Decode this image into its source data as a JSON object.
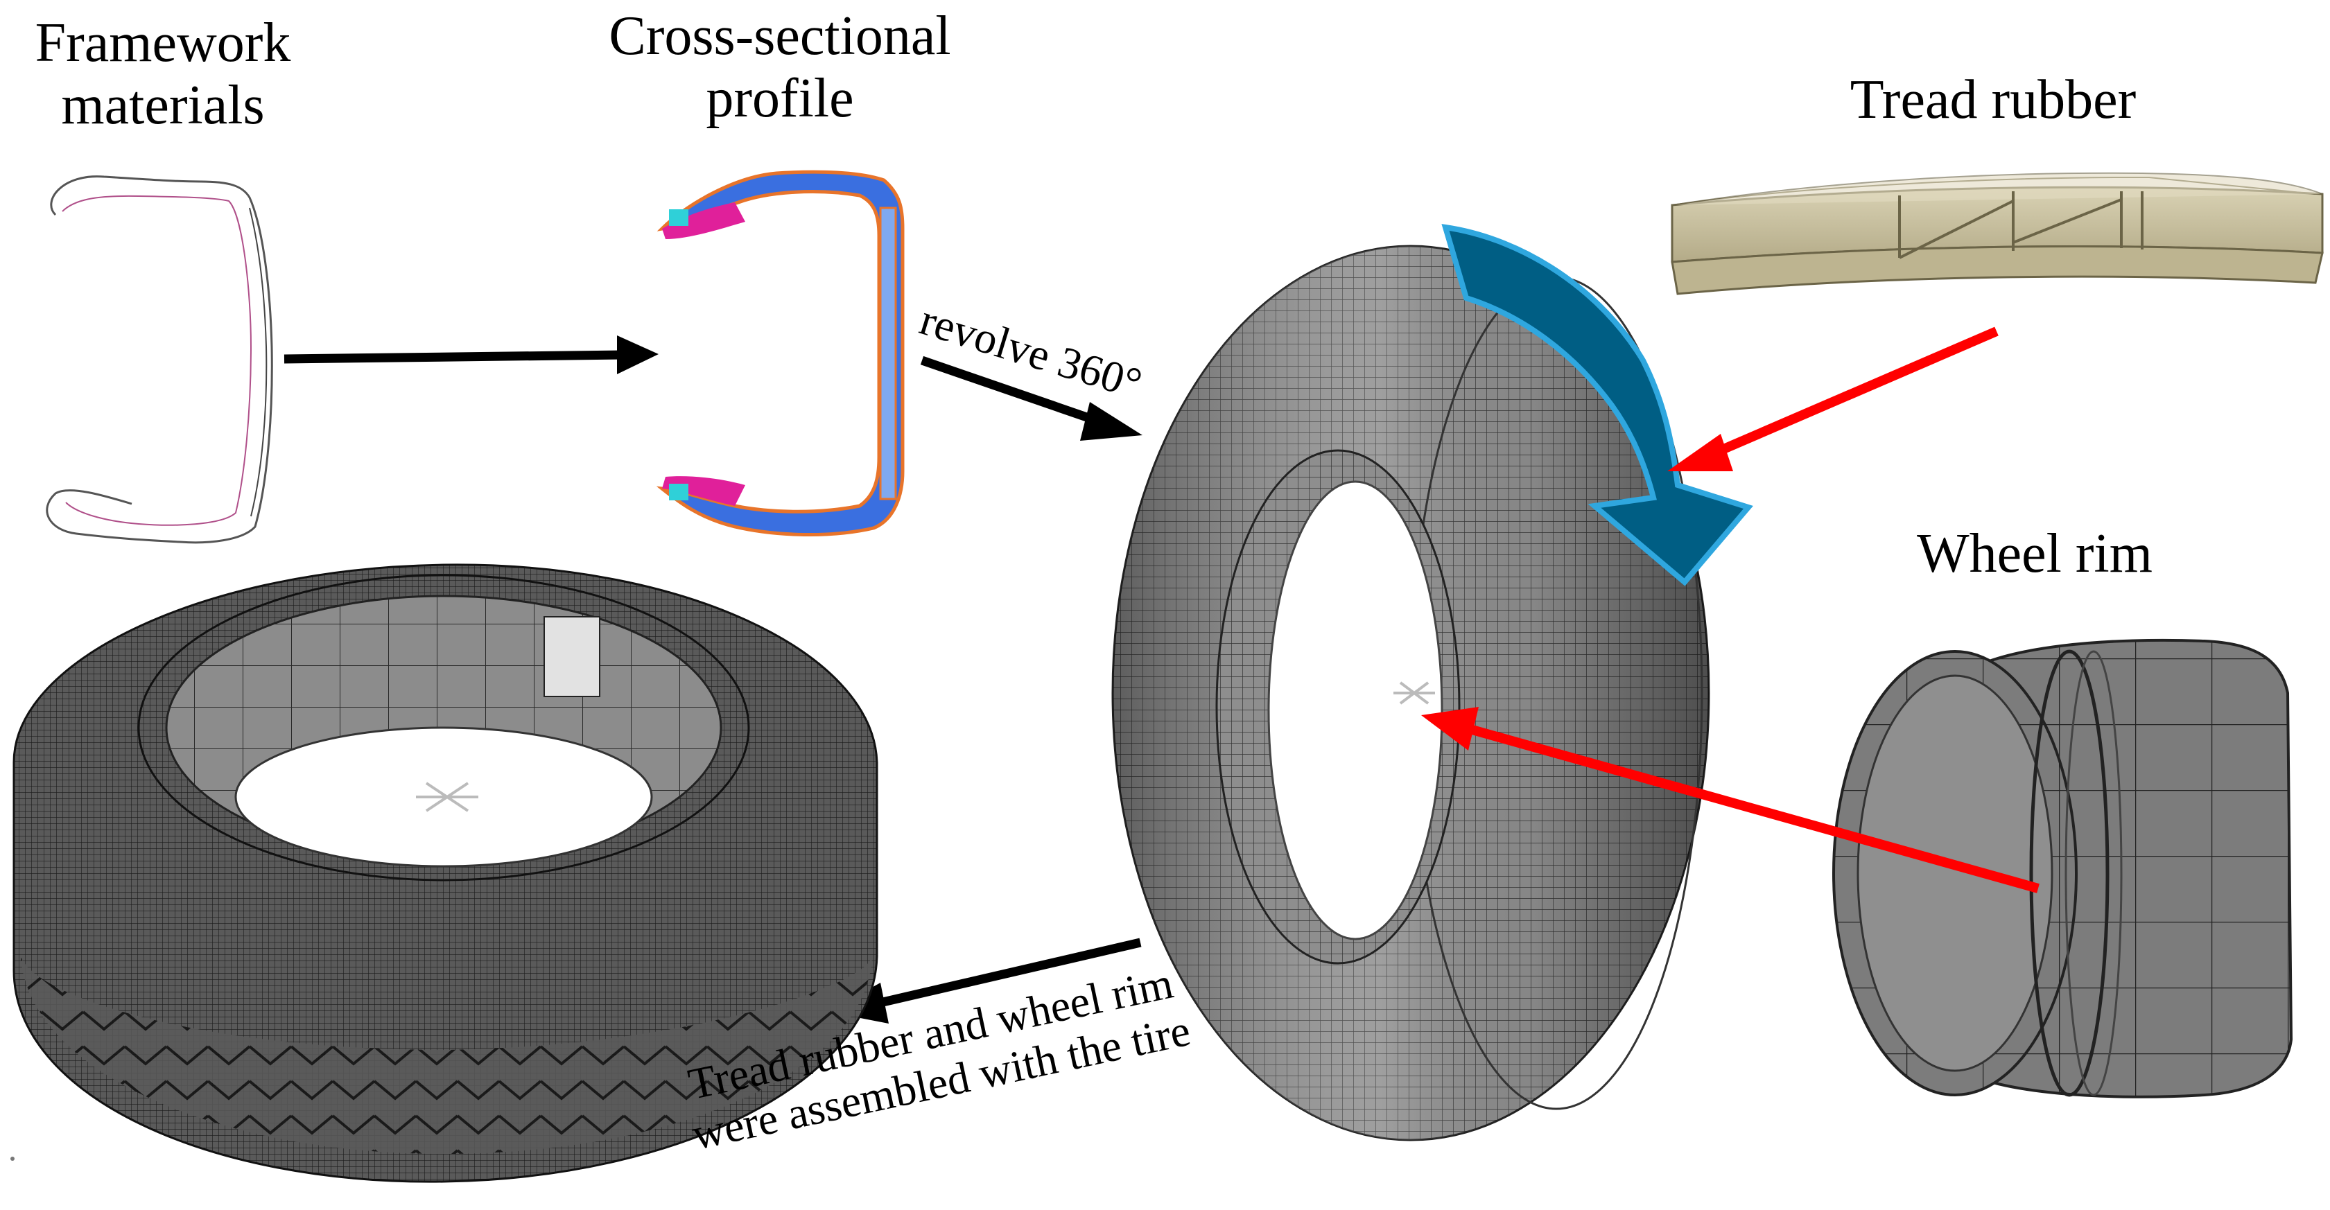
{
  "labels": {
    "framework_1": "Framework",
    "framework_2": "materials",
    "cross_1": "Cross-sectional",
    "cross_2": "profile",
    "tread": "Tread rubber",
    "rim": "Wheel rim",
    "revolve": "revolve 360°",
    "assembled_1": "Tread rubber and wheel rim",
    "assembled_2": "were assembled with the tire"
  },
  "colors": {
    "black_arrow": "#000000",
    "red_arrow": "#ff0000",
    "blue_arrow_fill": "#005e84",
    "blue_arrow_edge": "#2fa7df",
    "mesh_fill": "#8a8a8a",
    "mesh_line": "#2a2a2a",
    "tread_fill": "#cfc7a6",
    "rim_fill": "#7c7c7c",
    "profile_magenta": "#e0209a",
    "profile_blue": "#3a6fe0",
    "profile_orange": "#e8742a",
    "profile_cyan": "#2fd0d8"
  }
}
